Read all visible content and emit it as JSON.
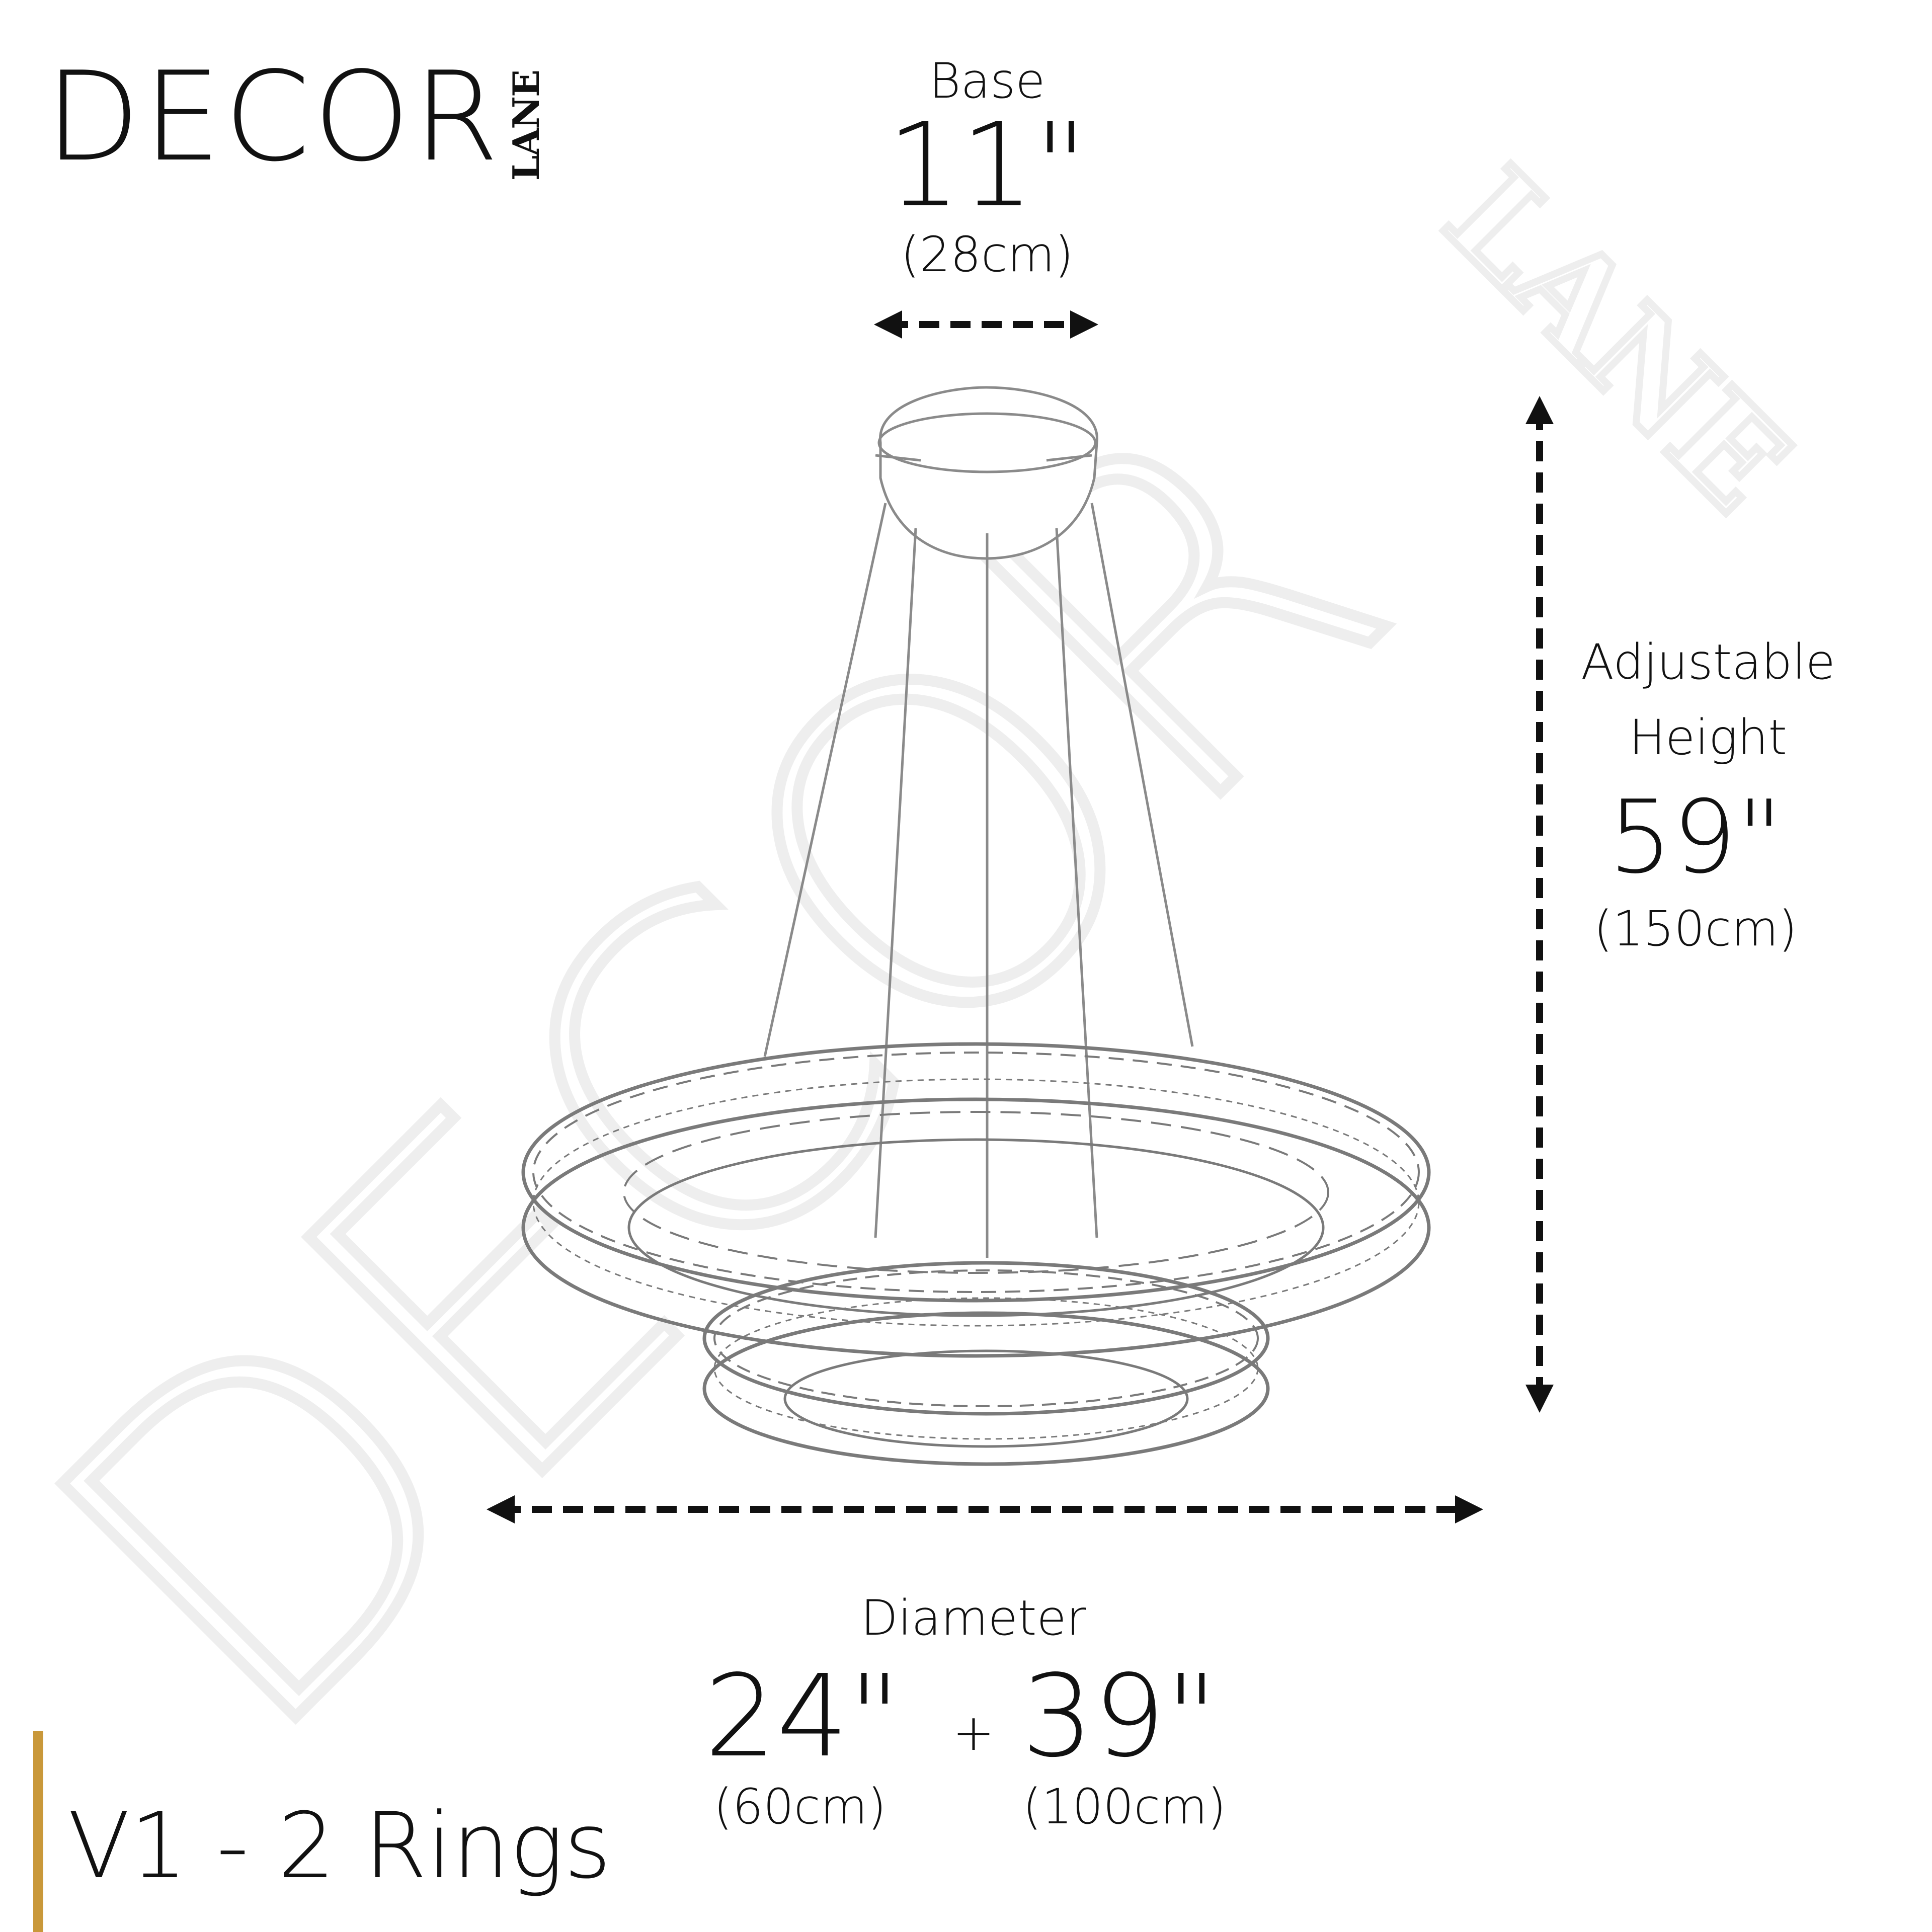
{
  "brand": {
    "name": "DECOR",
    "sub": "LANE"
  },
  "base": {
    "label": "Base",
    "inches": "11\"",
    "cm": "(28cm)"
  },
  "height": {
    "label_line1": "Adjustable",
    "label_line2": "Height",
    "inches": "59\"",
    "cm": "(150cm)"
  },
  "diameter": {
    "label": "Diameter",
    "small_inches": "24\"",
    "plus": "+",
    "large_inches": "39\"",
    "small_cm": "(60cm)",
    "large_cm": "(100cm)"
  },
  "variant": {
    "label": "V1 - 2 Rings"
  },
  "watermark": {
    "text": "DECOR",
    "sub": "LANE"
  },
  "colors": {
    "text": "#111111",
    "accent": "#c9983a",
    "line": "#111111",
    "watermark": "#eeeeee",
    "sketch": "#9a9a9a"
  }
}
